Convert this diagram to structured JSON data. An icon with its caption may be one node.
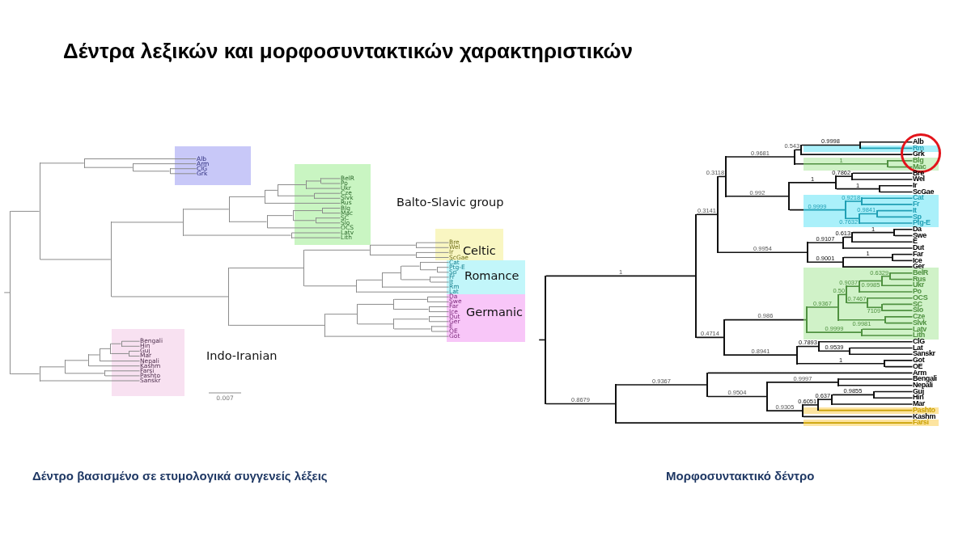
{
  "diagram": {
    "title": "Δέντρα λεξικών και μορφοσυντακτικών χαρακτηριστικών",
    "nodes": [
      {
        "text": [],
        "shape": "box"
      },
      {
        "text": [],
        "shape": "box",
        "beside": [
          "Balto-Slavic group"
        ]
      },
      {
        "text": [
          "Celtic"
        ]
      },
      {
        "text": [
          "Romance"
        ]
      },
      {
        "text": [
          "Germanic"
        ]
      },
      {
        "text": [],
        "shape": "box",
        "beside": [
          "Indo-Iranian"
        ]
      },
      {
        "text": [
          "Alb"
        ],
        "in": 0
      },
      {
        "text": [
          "Arm"
        ],
        "in": 0
      },
      {
        "text": [
          "ClG"
        ],
        "in": 0
      },
      {
        "text": [
          "Grk"
        ],
        "in": 0
      },
      {
        "text": [
          "BelR"
        ],
        "in": 1
      },
      {
        "text": [
          "Po"
        ],
        "in": 1
      },
      {
        "text": [
          "Ukr"
        ],
        "in": 1
      },
      {
        "text": [
          "Cze"
        ],
        "in": 1
      },
      {
        "text": [
          "Slvk"
        ],
        "in": 1
      },
      {
        "text": [
          "Rus"
        ],
        "in": 1
      },
      {
        "text": [
          "Blg"
        ],
        "in": 1
      },
      {
        "text": [
          "Mac"
        ],
        "in": 1
      },
      {
        "text": [
          "SC"
        ],
        "in": 1
      },
      {
        "text": [
          "Slo"
        ],
        "in": 1
      },
      {
        "text": [
          "OCS"
        ],
        "in": 1
      },
      {
        "text": [
          "Latv"
        ],
        "in": 1
      },
      {
        "text": [
          "Lith"
        ],
        "in": 1
      },
      {
        "text": [
          "Bre"
        ],
        "in": 2
      },
      {
        "text": [
          "Wel"
        ],
        "in": 2
      },
      {
        "text": [
          "Ir"
        ],
        "in": 2
      },
      {
        "text": [
          "ScGae"
        ],
        "in": 2
      },
      {
        "text": [
          "Cat"
        ],
        "in": 3
      },
      {
        "text": [
          "Ptg-E"
        ],
        "in": 3
      },
      {
        "text": [
          "Sp"
        ],
        "in": 3
      },
      {
        "text": [
          "Fr"
        ],
        "in": 3
      },
      {
        "text": [
          "It"
        ],
        "in": 3
      },
      {
        "text": [
          "Rm"
        ],
        "in": 3
      },
      {
        "text": [
          "Lat"
        ],
        "in": 3
      },
      {
        "text": [
          "Da"
        ],
        "in": 4
      },
      {
        "text": [
          "Swe"
        ],
        "in": 4
      },
      {
        "text": [
          "Far"
        ],
        "in": 4
      },
      {
        "text": [
          "Ice"
        ],
        "in": 4
      },
      {
        "text": [
          "Dut"
        ],
        "in": 4
      },
      {
        "text": [
          "Ger"
        ],
        "in": 4
      },
      {
        "text": [
          "E"
        ],
        "in": 4
      },
      {
        "text": [
          "OE"
        ],
        "in": 4
      },
      {
        "text": [
          "Got"
        ],
        "in": 4
      },
      {
        "text": [
          "Bengali"
        ],
        "in": 5
      },
      {
        "text": [
          "Hin"
        ],
        "in": 5
      },
      {
        "text": [
          "Guj"
        ],
        "in": 5
      },
      {
        "text": [
          "Mar"
        ],
        "in": 5
      },
      {
        "text": [
          "Nepali"
        ],
        "in": 5
      },
      {
        "text": [
          "Kashm"
        ],
        "in": 5
      },
      {
        "text": [
          "Farsi"
        ],
        "in": 5
      },
      {
        "text": [
          "Pashto"
        ],
        "in": 5
      },
      {
        "text": [
          "Sanskr"
        ],
        "in": 5
      },
      {
        "text": [],
        "shape": "bar"
      },
      {
        "text": [],
        "shape": "bar"
      },
      {
        "text": [],
        "shape": "bar"
      },
      {
        "text": [],
        "shape": "bar"
      },
      {
        "text": [],
        "shape": "bar"
      },
      {
        "text": [],
        "shape": "bar"
      },
      {
        "text": [],
        "shape": "bar"
      },
      {
        "text": [],
        "shape": "bar"
      },
      {
        "text": [],
        "shape": "bar"
      },
      {
        "text": [],
        "shape": "bar"
      },
      {
        "text": [],
        "shape": "bar",
        "in": 1
      },
      {
        "text": [],
        "shape": "bar",
        "in": 1
      },
      {
        "text": [],
        "shape": "bar",
        "in": 1
      },
      {
        "text": [],
        "shape": "bar"
      },
      {
        "text": [],
        "shape": "bar"
      },
      {
        "text": [],
        "shape": "bar",
        "in": 1
      },
      {
        "text": [],
        "shape": "bar",
        "in": 1
      },
      {
        "text": [],
        "shape": "bar"
      },
      {
        "text": [],
        "shape": "bar"
      },
      {
        "text": [],
        "shape": "bar"
      },
      {
        "text": [],
        "shape": "bar"
      },
      {
        "text": [],
        "shape": "bar"
      },
      {
        "text": [],
        "shape": "bar"
      },
      {
        "text": [],
        "shape": "bar"
      },
      {
        "text": [],
        "shape": "bar"
      },
      {
        "text": [],
        "shape": "bar"
      },
      {
        "text": [],
        "shape": "bar"
      },
      {
        "text": [],
        "shape": "bar"
      },
      {
        "text": [],
        "shape": "bar"
      },
      {
        "text": [],
        "shape": "bar"
      },
      {
        "text": [],
        "shape": "bar"
      },
      {
        "text": [],
        "shape": "bar"
      },
      {
        "text": [],
        "shape": "bar"
      },
      {
        "text": [],
        "shape": "bar"
      },
      {
        "text": [],
        "shape": "bar"
      },
      {
        "text": [],
        "shape": "bar"
      },
      {
        "text": [],
        "shape": "bar"
      },
      {
        "text": [],
        "shape": "bar"
      },
      {
        "text": [],
        "shape": "bar"
      },
      {
        "text": [],
        "shape": "bar"
      },
      {
        "text": [],
        "shape": "bar"
      },
      {
        "text": [],
        "shape": "bar"
      },
      {
        "text": [],
        "shape": "bar",
        "in": 5
      },
      {
        "text": [],
        "shape": "bar",
        "in": 5
      },
      {
        "text": [],
        "shape": "bar"
      },
      {
        "text": [],
        "shape": "ellipse"
      },
      {
        "text": [
          "Rm"
        ]
      },
      {
        "text": [],
        "shape": "box"
      },
      {
        "text": [],
        "shape": "box"
      },
      {
        "text": [],
        "shape": "box"
      },
      {
        "text": [],
        "shape": "box"
      },
      {
        "text": [],
        "shape": "box"
      },
      {
        "text": [
          "Alb"
        ],
        "in": 97
      },
      {
        "text": [
          "Grk"
        ],
        "in": 97
      },
      {
        "text": [
          "Blg"
        ]
      },
      {
        "text": [
          "Mac"
        ]
      },
      {
        "text": [
          "Bre"
        ]
      },
      {
        "text": [
          "Wel"
        ]
      },
      {
        "text": [
          "Ir"
        ]
      },
      {
        "text": [
          "ScGae"
        ]
      },
      {
        "text": [
          "Cat"
        ],
        "in": 100
      },
      {
        "text": [
          "Fr"
        ],
        "in": 100
      },
      {
        "text": [
          "It"
        ],
        "in": 100
      },
      {
        "text": [
          "Sp"
        ],
        "in": 100
      },
      {
        "text": [
          "Ptg-E"
        ],
        "in": 100
      },
      {
        "text": [
          "Da"
        ]
      },
      {
        "text": [
          "Swe"
        ]
      },
      {
        "text": [
          "E"
        ]
      },
      {
        "text": [
          "Dut"
        ]
      },
      {
        "text": [
          "Far"
        ]
      },
      {
        "text": [
          "Ice"
        ]
      },
      {
        "text": [
          "Ger"
        ]
      },
      {
        "text": [
          "BelR"
        ],
        "in": 101
      },
      {
        "text": [
          "Rus"
        ],
        "in": 101
      },
      {
        "text": [
          "Ukr"
        ],
        "in": 101
      },
      {
        "text": [
          "Po"
        ],
        "in": 101
      },
      {
        "text": [
          "OCS"
        ],
        "in": 101
      },
      {
        "text": [
          "SC"
        ],
        "in": 101
      },
      {
        "text": [
          "Slo"
        ],
        "in": 101
      },
      {
        "text": [
          "Cze"
        ],
        "in": 101
      },
      {
        "text": [
          "Slvk"
        ],
        "in": 101
      },
      {
        "text": [
          "Latv"
        ],
        "in": 101
      },
      {
        "text": [
          "Lith"
        ],
        "in": 101
      },
      {
        "text": [
          "ClG"
        ]
      },
      {
        "text": [
          "Lat"
        ]
      },
      {
        "text": [
          "Sanskr"
        ]
      },
      {
        "text": [
          "Got"
        ]
      },
      {
        "text": [
          "OE"
        ]
      },
      {
        "text": [
          "Arm"
        ]
      },
      {
        "text": [
          "Bengali"
        ]
      },
      {
        "text": [
          "Nepali"
        ]
      },
      {
        "text": [
          "Guj"
        ]
      },
      {
        "text": [
          "Hin"
        ]
      },
      {
        "text": [
          "Mar"
        ]
      },
      {
        "text": [
          "Pashto"
        ],
        "in": 102
      },
      {
        "text": [
          "Kashm"
        ]
      },
      {
        "text": [
          "Farsi"
        ],
        "in": 103
      },
      {
        "text": [],
        "shape": "bar"
      },
      {
        "text": [],
        "shape": "bar"
      },
      {
        "text": [],
        "shape": "bar"
      },
      {
        "text": [],
        "shape": "bar"
      },
      {
        "text": [],
        "shape": "bar"
      },
      {
        "text": [],
        "shape": "bar"
      },
      {
        "text": [],
        "shape": "bar"
      },
      {
        "text": [],
        "shape": "bar",
        "in": 99
      },
      {
        "text": [],
        "shape": "bar"
      },
      {
        "text": [],
        "shape": "bar"
      },
      {
        "text": [],
        "shape": "bar"
      },
      {
        "text": [],
        "shape": "bar"
      },
      {
        "text": [],
        "shape": "bar",
        "in": 100
      },
      {
        "text": [],
        "shape": "bar",
        "in": 100
      },
      {
        "text": [],
        "shape": "bar",
        "in": 100
      },
      {
        "text": [],
        "shape": "bar",
        "in": 100
      },
      {
        "text": [],
        "shape": "bar"
      },
      {
        "text": [],
        "shape": "bar"
      },
      {
        "text": [],
        "shape": "bar"
      },
      {
        "text": [],
        "shape": "bar"
      },
      {
        "text": [],
        "shape": "bar"
      },
      {
        "text": [],
        "shape": "bar"
      },
      {
        "text": [],
        "shape": "bar"
      },
      {
        "text": [],
        "shape": "bar",
        "in": 101
      },
      {
        "text": [],
        "shape": "bar",
        "in": 101
      },
      {
        "text": [],
        "shape": "bar",
        "in": 101
      },
      {
        "text": [],
        "shape": "bar",
        "in": 101
      },
      {
        "text": [],
        "shape": "bar",
        "in": 101
      },
      {
        "text": [],
        "shape": "bar",
        "in": 101
      },
      {
        "text": [],
        "shape": "bar",
        "in": 101
      },
      {
        "text": [],
        "shape": "bar",
        "in": 101
      },
      {
        "text": [],
        "shape": "bar",
        "in": 101
      },
      {
        "text": [],
        "shape": "bar",
        "in": 101
      },
      {
        "text": [],
        "shape": "bar"
      },
      {
        "text": [],
        "shape": "bar"
      },
      {
        "text": [],
        "shape": "bar"
      },
      {
        "text": [],
        "shape": "bar"
      },
      {
        "text": [],
        "shape": "bar"
      },
      {
        "text": [],
        "shape": "bar"
      },
      {
        "text": [],
        "shape": "bar"
      },
      {
        "text": [],
        "shape": "bar"
      },
      {
        "text": [],
        "shape": "bar"
      },
      {
        "text": [],
        "shape": "bar"
      },
      {
        "text": [],
        "shape": "bar"
      },
      {
        "text": [],
        "shape": "bar"
      }
    ],
    "edges": [
      {
        "from": null,
        "to": 52,
        "arrow": "none"
      },
      {
        "from": 52,
        "to": 53,
        "arrow": "none"
      },
      {
        "from": 52,
        "to": 89,
        "arrow": "none"
      },
      {
        "from": 53,
        "to": 54,
        "arrow": "none"
      },
      {
        "from": 53,
        "to": 57,
        "arrow": "none"
      },
      {
        "from": 54,
        "to": 6,
        "arrow": "none"
      },
      {
        "from": 54,
        "to": 55,
        "arrow": "none"
      },
      {
        "from": 55,
        "to": 7,
        "arrow": "none"
      },
      {
        "from": 55,
        "to": 56,
        "arrow": "none"
      },
      {
        "from": 56,
        "to": 8,
        "arrow": "none"
      },
      {
        "from": 56,
        "to": 9,
        "arrow": "none"
      },
      {
        "from": 57,
        "to": 58,
        "arrow": "none"
      },
      {
        "from": 57,
        "to": 70,
        "arrow": "none"
      },
      {
        "from": 58,
        "to": 59,
        "arrow": "none"
      },
      {
        "from": 58,
        "to": 69,
        "arrow": "none"
      },
      {
        "from": 59,
        "to": 60,
        "arrow": "none"
      },
      {
        "from": 59,
        "to": 65,
        "arrow": "none"
      },
      {
        "from": 60,
        "to": 61,
        "arrow": "none"
      },
      {
        "from": 60,
        "to": 15,
        "arrow": "none"
      },
      {
        "from": 61,
        "to": 62,
        "arrow": "none"
      },
      {
        "from": 61,
        "to": 64,
        "arrow": "none"
      },
      {
        "from": 62,
        "to": 63,
        "arrow": "none"
      },
      {
        "from": 62,
        "to": 12,
        "arrow": "none"
      },
      {
        "from": 63,
        "to": 10,
        "arrow": "none"
      },
      {
        "from": 63,
        "to": 11,
        "arrow": "none"
      },
      {
        "from": 64,
        "to": 13,
        "arrow": "none"
      },
      {
        "from": 64,
        "to": 14,
        "arrow": "none"
      },
      {
        "from": 65,
        "to": 66,
        "arrow": "none"
      },
      {
        "from": 65,
        "to": 20,
        "arrow": "none"
      },
      {
        "from": 66,
        "to": 67,
        "arrow": "none"
      },
      {
        "from": 66,
        "to": 68,
        "arrow": "none"
      },
      {
        "from": 67,
        "to": 16,
        "arrow": "none"
      },
      {
        "from": 67,
        "to": 17,
        "arrow": "none"
      },
      {
        "from": 68,
        "to": 18,
        "arrow": "none"
      },
      {
        "from": 68,
        "to": 19,
        "arrow": "none"
      },
      {
        "from": 69,
        "to": 21,
        "arrow": "none"
      },
      {
        "from": 69,
        "to": 22,
        "arrow": "none"
      },
      {
        "from": 70,
        "to": 71,
        "arrow": "none"
      },
      {
        "from": 70,
        "to": 81,
        "arrow": "none"
      },
      {
        "from": 71,
        "to": 72,
        "arrow": "none"
      },
      {
        "from": 71,
        "to": 75,
        "arrow": "none"
      },
      {
        "from": 72,
        "to": 73,
        "arrow": "none"
      },
      {
        "from": 72,
        "to": 74,
        "arrow": "none"
      },
      {
        "from": 73,
        "to": 23,
        "arrow": "none"
      },
      {
        "from": 73,
        "to": 24,
        "arrow": "none"
      },
      {
        "from": 74,
        "to": 25,
        "arrow": "none"
      },
      {
        "from": 74,
        "to": 26,
        "arrow": "none"
      },
      {
        "from": 75,
        "to": 76,
        "arrow": "none"
      },
      {
        "from": 75,
        "to": 33,
        "arrow": "none"
      },
      {
        "from": 76,
        "to": 77,
        "arrow": "none"
      },
      {
        "from": 76,
        "to": 32,
        "arrow": "none"
      },
      {
        "from": 77,
        "to": 78,
        "arrow": "none"
      },
      {
        "from": 77,
        "to": 80,
        "arrow": "none"
      },
      {
        "from": 78,
        "to": 27,
        "arrow": "none"
      },
      {
        "from": 78,
        "to": 79,
        "arrow": "none"
      },
      {
        "from": 79,
        "to": 28,
        "arrow": "none"
      },
      {
        "from": 79,
        "to": 29,
        "arrow": "none"
      },
      {
        "from": 80,
        "to": 30,
        "arrow": "none"
      },
      {
        "from": 80,
        "to": 31,
        "arrow": "none"
      },
      {
        "from": 81,
        "to": 82,
        "arrow": "none"
      },
      {
        "from": 81,
        "to": 42,
        "arrow": "none"
      },
      {
        "from": 82,
        "to": 83,
        "arrow": "none"
      },
      {
        "from": 82,
        "to": 86,
        "arrow": "none"
      },
      {
        "from": 83,
        "to": 84,
        "arrow": "none"
      },
      {
        "from": 83,
        "to": 85,
        "arrow": "none"
      },
      {
        "from": 84,
        "to": 34,
        "arrow": "none"
      },
      {
        "from": 84,
        "to": 35,
        "arrow": "none"
      },
      {
        "from": 85,
        "to": 36,
        "arrow": "none"
      },
      {
        "from": 85,
        "to": 37,
        "arrow": "none"
      },
      {
        "from": 86,
        "to": 87,
        "arrow": "none"
      },
      {
        "from": 86,
        "to": 88,
        "arrow": "none"
      },
      {
        "from": 87,
        "to": 38,
        "arrow": "none"
      },
      {
        "from": 87,
        "to": 39,
        "arrow": "none"
      },
      {
        "from": 88,
        "to": 40,
        "arrow": "none"
      },
      {
        "from": 88,
        "to": 41,
        "arrow": "none"
      },
      {
        "from": 89,
        "to": 90,
        "arrow": "none"
      },
      {
        "from": 89,
        "to": 51,
        "arrow": "none"
      },
      {
        "from": 90,
        "to": 91,
        "arrow": "none"
      },
      {
        "from": 90,
        "to": 96,
        "arrow": "none"
      },
      {
        "from": 91,
        "to": 92,
        "arrow": "none"
      },
      {
        "from": 91,
        "to": 48,
        "arrow": "none"
      },
      {
        "from": 92,
        "to": 93,
        "arrow": "none"
      },
      {
        "from": 92,
        "to": 47,
        "arrow": "none"
      },
      {
        "from": 93,
        "to": 94,
        "arrow": "none"
      },
      {
        "from": 93,
        "to": 95,
        "arrow": "none"
      },
      {
        "from": 94,
        "to": 43,
        "arrow": "none"
      },
      {
        "from": 94,
        "to": 44,
        "arrow": "none"
      },
      {
        "from": 95,
        "to": 45,
        "arrow": "none"
      },
      {
        "from": 95,
        "to": 46,
        "arrow": "none"
      },
      {
        "from": 96,
        "to": 49,
        "arrow": "none"
      },
      {
        "from": 96,
        "to": 50,
        "arrow": "none"
      },
      {
        "from": null,
        "to": 149,
        "arrow": "none",
        "color": "#111111"
      },
      {
        "from": 149,
        "to": 150,
        "arrow": "none",
        "label": "1",
        "color": "#111111"
      },
      {
        "from": 149,
        "to": 186,
        "arrow": "none",
        "label": "0.8679",
        "color": "#111111"
      },
      {
        "from": 150,
        "to": 151,
        "arrow": "none",
        "label": "0.3141",
        "color": "#111111"
      },
      {
        "from": 150,
        "to": 171,
        "arrow": "none",
        "label": "0.4714",
        "color": "#111111"
      },
      {
        "from": 151,
        "to": 152,
        "arrow": "none",
        "label": "0.3118",
        "color": "#111111"
      },
      {
        "from": 151,
        "to": 165,
        "arrow": "none",
        "label": "0.9954",
        "color": "#111111"
      },
      {
        "from": 152,
        "to": 153,
        "arrow": "none",
        "label": "0.9681",
        "color": "#111111"
      },
      {
        "from": 152,
        "to": 157,
        "arrow": "none",
        "label": "0.992",
        "color": "#111111"
      },
      {
        "from": 153,
        "to": 154,
        "arrow": "none",
        "label": "0.543",
        "color": "#111111"
      },
      {
        "from": 153,
        "to": 156,
        "arrow": "none",
        "label": "1",
        "color": "#4f9140"
      },
      {
        "from": 154,
        "to": 155,
        "arrow": "none",
        "label": "0.9998",
        "color": "#111111"
      },
      {
        "from": 154,
        "to": 105,
        "arrow": "none",
        "color": "#111111"
      },
      {
        "from": 155,
        "to": 104,
        "arrow": "none",
        "color": "#111111"
      },
      {
        "from": 155,
        "to": 98,
        "arrow": "none",
        "color": "#1f9fb4"
      },
      {
        "from": 156,
        "to": 106,
        "arrow": "none",
        "color": "#4f9140"
      },
      {
        "from": 156,
        "to": 107,
        "arrow": "none",
        "color": "#4f9140"
      },
      {
        "from": 157,
        "to": 158,
        "arrow": "none",
        "label": "1",
        "color": "#111111"
      },
      {
        "from": 157,
        "to": 161,
        "arrow": "none",
        "label": "0.9999",
        "color": "#1f9fb4"
      },
      {
        "from": 158,
        "to": 159,
        "arrow": "none",
        "label": "0.7862",
        "color": "#111111"
      },
      {
        "from": 158,
        "to": 160,
        "arrow": "none",
        "label": "1",
        "color": "#111111"
      },
      {
        "from": 159,
        "to": 108,
        "arrow": "none",
        "color": "#111111"
      },
      {
        "from": 159,
        "to": 109,
        "arrow": "none",
        "color": "#111111"
      },
      {
        "from": 160,
        "to": 110,
        "arrow": "none",
        "color": "#111111"
      },
      {
        "from": 160,
        "to": 111,
        "arrow": "none",
        "color": "#111111"
      },
      {
        "from": 161,
        "to": 162,
        "arrow": "none",
        "label": "0.9218",
        "color": "#1f9fb4"
      },
      {
        "from": 161,
        "to": 163,
        "arrow": "none",
        "label": "0.7632",
        "color": "#1f9fb4"
      },
      {
        "from": 162,
        "to": 112,
        "arrow": "none",
        "color": "#1f9fb4"
      },
      {
        "from": 162,
        "to": 113,
        "arrow": "none",
        "color": "#1f9fb4"
      },
      {
        "from": 163,
        "to": 164,
        "arrow": "none",
        "label": "0.9841",
        "color": "#1f9fb4"
      },
      {
        "from": 163,
        "to": 116,
        "arrow": "none",
        "color": "#1f9fb4"
      },
      {
        "from": 164,
        "to": 114,
        "arrow": "none",
        "color": "#1f9fb4"
      },
      {
        "from": 164,
        "to": 115,
        "arrow": "none",
        "color": "#1f9fb4"
      },
      {
        "from": 165,
        "to": 166,
        "arrow": "none",
        "label": "0.9107",
        "color": "#111111"
      },
      {
        "from": 165,
        "to": 169,
        "arrow": "none",
        "label": "0.9001",
        "color": "#111111"
      },
      {
        "from": 166,
        "to": 167,
        "arrow": "none",
        "label": "0.613",
        "color": "#111111"
      },
      {
        "from": 166,
        "to": 120,
        "arrow": "none",
        "color": "#111111"
      },
      {
        "from": 167,
        "to": 168,
        "arrow": "none",
        "label": "1",
        "color": "#111111"
      },
      {
        "from": 167,
        "to": 119,
        "arrow": "none",
        "color": "#111111"
      },
      {
        "from": 168,
        "to": 117,
        "arrow": "none",
        "color": "#111111"
      },
      {
        "from": 168,
        "to": 118,
        "arrow": "none",
        "color": "#111111"
      },
      {
        "from": 169,
        "to": 170,
        "arrow": "none",
        "label": "1",
        "color": "#111111"
      },
      {
        "from": 169,
        "to": 123,
        "arrow": "none",
        "color": "#111111"
      },
      {
        "from": 170,
        "to": 121,
        "arrow": "none",
        "color": "#111111"
      },
      {
        "from": 170,
        "to": 122,
        "arrow": "none",
        "color": "#111111"
      },
      {
        "from": 171,
        "to": 172,
        "arrow": "none",
        "label": "0.986",
        "color": "#4f9140"
      },
      {
        "from": 171,
        "to": 182,
        "arrow": "none",
        "label": "0.8941",
        "color": "#111111"
      },
      {
        "from": 172,
        "to": 173,
        "arrow": "none",
        "label": "0.9367",
        "color": "#4f9140"
      },
      {
        "from": 172,
        "to": 181,
        "arrow": "none",
        "label": "0.9999",
        "color": "#4f9140"
      },
      {
        "from": 173,
        "to": 174,
        "arrow": "none",
        "label": "0.50",
        "color": "#4f9140"
      },
      {
        "from": 173,
        "to": 180,
        "arrow": "none",
        "label": "0.9981",
        "color": "#4f9140"
      },
      {
        "from": 174,
        "to": 175,
        "arrow": "none",
        "label": "0.9037",
        "color": "#4f9140"
      },
      {
        "from": 174,
        "to": 178,
        "arrow": "none",
        "label": "0.7467",
        "color": "#4f9140"
      },
      {
        "from": 175,
        "to": 176,
        "arrow": "none",
        "label": "0.9985",
        "color": "#4f9140"
      },
      {
        "from": 175,
        "to": 127,
        "arrow": "none",
        "color": "#4f9140"
      },
      {
        "from": 176,
        "to": 177,
        "arrow": "none",
        "label": "0.6329",
        "color": "#4f9140"
      },
      {
        "from": 176,
        "to": 126,
        "arrow": "none",
        "color": "#4f9140"
      },
      {
        "from": 177,
        "to": 124,
        "arrow": "none",
        "color": "#4f9140"
      },
      {
        "from": 177,
        "to": 125,
        "arrow": "none",
        "color": "#4f9140"
      },
      {
        "from": 178,
        "to": 128,
        "arrow": "none",
        "color": "#4f9140"
      },
      {
        "from": 178,
        "to": 179,
        "arrow": "none",
        "label": "7109",
        "color": "#4f9140"
      },
      {
        "from": 179,
        "to": 129,
        "arrow": "none",
        "color": "#4f9140"
      },
      {
        "from": 179,
        "to": 130,
        "arrow": "none",
        "color": "#4f9140"
      },
      {
        "from": 180,
        "to": 131,
        "arrow": "none",
        "color": "#4f9140"
      },
      {
        "from": 180,
        "to": 132,
        "arrow": "none",
        "color": "#4f9140"
      },
      {
        "from": 181,
        "to": 133,
        "arrow": "none",
        "color": "#4f9140"
      },
      {
        "from": 181,
        "to": 134,
        "arrow": "none",
        "color": "#4f9140"
      },
      {
        "from": 182,
        "to": 183,
        "arrow": "none",
        "label": "0.7893",
        "color": "#111111"
      },
      {
        "from": 182,
        "to": 185,
        "arrow": "none",
        "label": "1",
        "color": "#111111"
      },
      {
        "from": 183,
        "to": 135,
        "arrow": "none",
        "color": "#111111"
      },
      {
        "from": 183,
        "to": 184,
        "arrow": "none",
        "label": "0.9539",
        "color": "#111111"
      },
      {
        "from": 184,
        "to": 136,
        "arrow": "none",
        "color": "#111111"
      },
      {
        "from": 184,
        "to": 137,
        "arrow": "none",
        "color": "#111111"
      },
      {
        "from": 185,
        "to": 138,
        "arrow": "none",
        "color": "#111111"
      },
      {
        "from": 185,
        "to": 139,
        "arrow": "none",
        "color": "#111111"
      },
      {
        "from": 186,
        "to": 187,
        "arrow": "none",
        "label": "0.9367",
        "color": "#111111"
      },
      {
        "from": 186,
        "to": 148,
        "arrow": "none",
        "color": "#c9a000"
      },
      {
        "from": 187,
        "to": 140,
        "arrow": "none",
        "color": "#111111"
      },
      {
        "from": 187,
        "to": 188,
        "arrow": "none",
        "label": "0.9504",
        "color": "#111111"
      },
      {
        "from": 188,
        "to": 189,
        "arrow": "none",
        "label": "0.9997",
        "color": "#111111"
      },
      {
        "from": 188,
        "to": 190,
        "arrow": "none",
        "label": "0.9305",
        "color": "#111111"
      },
      {
        "from": 189,
        "to": 141,
        "arrow": "none",
        "color": "#111111"
      },
      {
        "from": 189,
        "to": 142,
        "arrow": "none",
        "color": "#111111"
      },
      {
        "from": 190,
        "to": 191,
        "arrow": "none",
        "label": "0.6051",
        "color": "#111111"
      },
      {
        "from": 190,
        "to": 147,
        "arrow": "none",
        "color": "#111111"
      },
      {
        "from": 191,
        "to": 192,
        "arrow": "none",
        "label": "0.637",
        "color": "#111111"
      },
      {
        "from": 191,
        "to": 146,
        "arrow": "none",
        "color": "#c9a000"
      },
      {
        "from": 192,
        "to": 193,
        "arrow": "none",
        "label": "0.9855",
        "color": "#111111"
      },
      {
        "from": 192,
        "to": 145,
        "arrow": "none",
        "color": "#111111"
      },
      {
        "from": 193,
        "to": 143,
        "arrow": "none",
        "color": "#111111"
      },
      {
        "from": 193,
        "to": 144,
        "arrow": "none",
        "color": "#111111"
      }
    ],
    "labels": [
      "0.007",
      "Δέντρο βασισμένο σε ετυμολογικά συγγενείς λέξεις",
      "Μορφοσυντακτικό δέντρο"
    ]
  }
}
